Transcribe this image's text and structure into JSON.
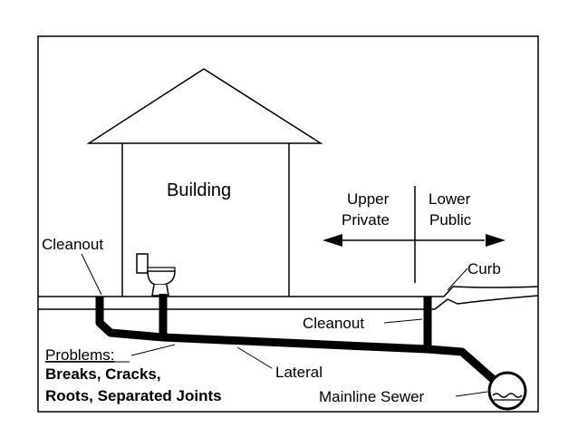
{
  "labels": {
    "building": "Building",
    "upper": "Upper",
    "private": "Private",
    "lower": "Lower",
    "public": "Public",
    "cleanout_left": "Cleanout",
    "curb": "Curb",
    "cleanout_right": "Cleanout",
    "problems_title": "Problems:",
    "problems_line1": "Breaks, Cracks,",
    "problems_line2": "Roots, Separated Joints",
    "lateral": "Lateral",
    "mainline_sewer": "Mainline Sewer"
  },
  "colors": {
    "line": "#000000",
    "background": "#ffffff"
  }
}
